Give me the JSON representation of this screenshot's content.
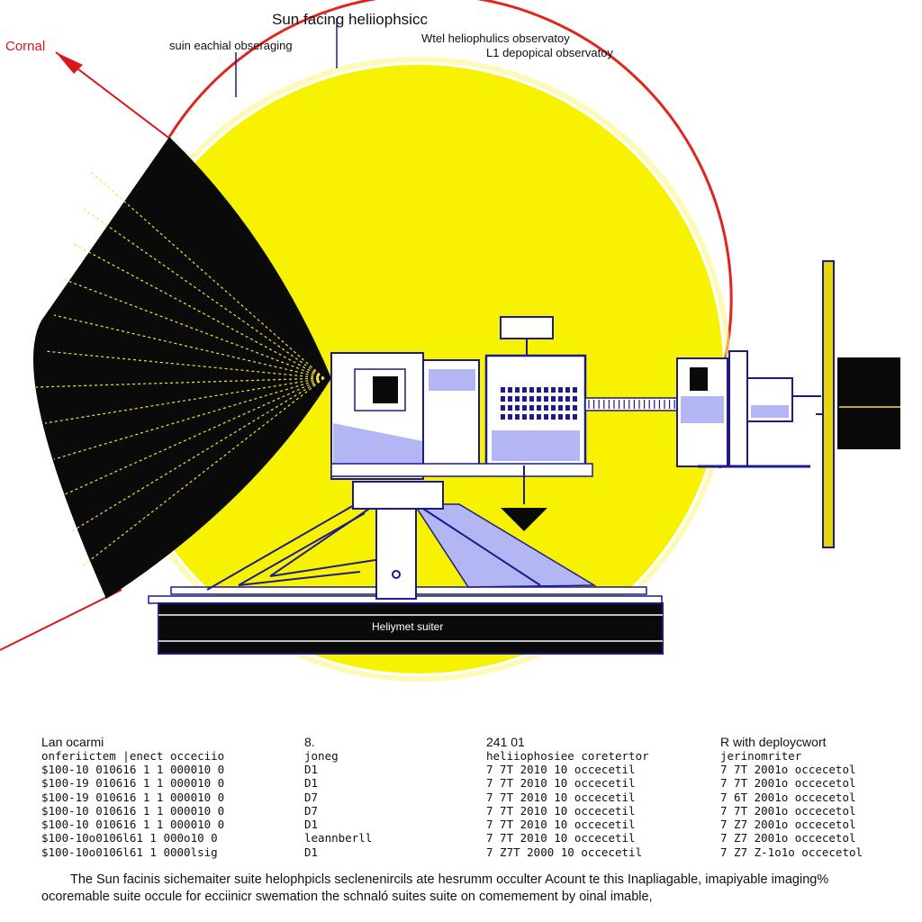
{
  "diagram": {
    "title": "Sun facing heliiophsicc",
    "annotation_left": "suin eachial obseraging",
    "annotation_right_1": "Wtel heliophulics observatoy",
    "annotation_right_2": "L1  depopical observatoy",
    "coronal_label": "Cornal",
    "suite_label": "Heliymet suiter",
    "colors": {
      "sun": "#f7f200",
      "sun_rim": "#e0251c",
      "coronal_ray": "#d8161b",
      "fan_fill": "#0a0a0a",
      "fan_lines": "#f5e23a",
      "instrument_fill": "#ffffff",
      "instrument_shade": "#b3b6f2",
      "outline": "#1c1a8c",
      "base_bar": "#0a0a0a"
    }
  },
  "table": {
    "columns": [
      {
        "header_1": "Lan ocarmi",
        "header_2": "onferiictem  |enect occeciio",
        "rows": [
          "$100-10  010616  1  1  000010 0",
          "$100-19  010616  1  1  000010 0",
          "$100-19  010616  1  1  000010 0",
          "$100-10  010616  1  1  000010 0",
          "$100-10  010616  1  1  000010 0",
          "$100-10o0106l61  1  000o10 0",
          "$100-10o0106l61  1  0000lsig"
        ]
      },
      {
        "header_1": "8.",
        "header_2": "joneg",
        "rows": [
          "D1",
          "D1",
          "D7",
          "D7",
          "D1",
          "leannberll",
          "D1"
        ]
      },
      {
        "header_1": "241  01",
        "header_2": "heliiophosiee coretertor",
        "rows": [
          "7  7T    2010 10 occecetil",
          "7  7T    2010 10 occecetil",
          "7  7T    2010 10 occecetil",
          "7  7T    2010 10 occecetil",
          "7  7T    2010 10 occecetil",
          "7  7T    2010 10 occecetil",
          "7  Z7T   2000 10 occecetil"
        ]
      },
      {
        "header_1": "R  with  deploycwort",
        "header_2": "jerinomriter",
        "rows": [
          "7  7T   2001o occecetol",
          "7  7T   2001o occecetol",
          "7  6T   2001o occecetol",
          "7  7T   2001o occecetol",
          "7  Z7   2001o occecetol",
          "7  Z7   2001o occecetol",
          "7  Z7   Z-1o1o occecetol"
        ]
      }
    ]
  },
  "footer": {
    "line_1": "The Sun  facinis sichemaiter suite helophpicls seclenenircils ate hesrumm occulter Acount  te this Inapliagable,  imapiyable imaging%",
    "line_2": "ocoremable suite occule for ecciinicr swemation the schnaló suites suite on comemement by oinal imable,"
  }
}
